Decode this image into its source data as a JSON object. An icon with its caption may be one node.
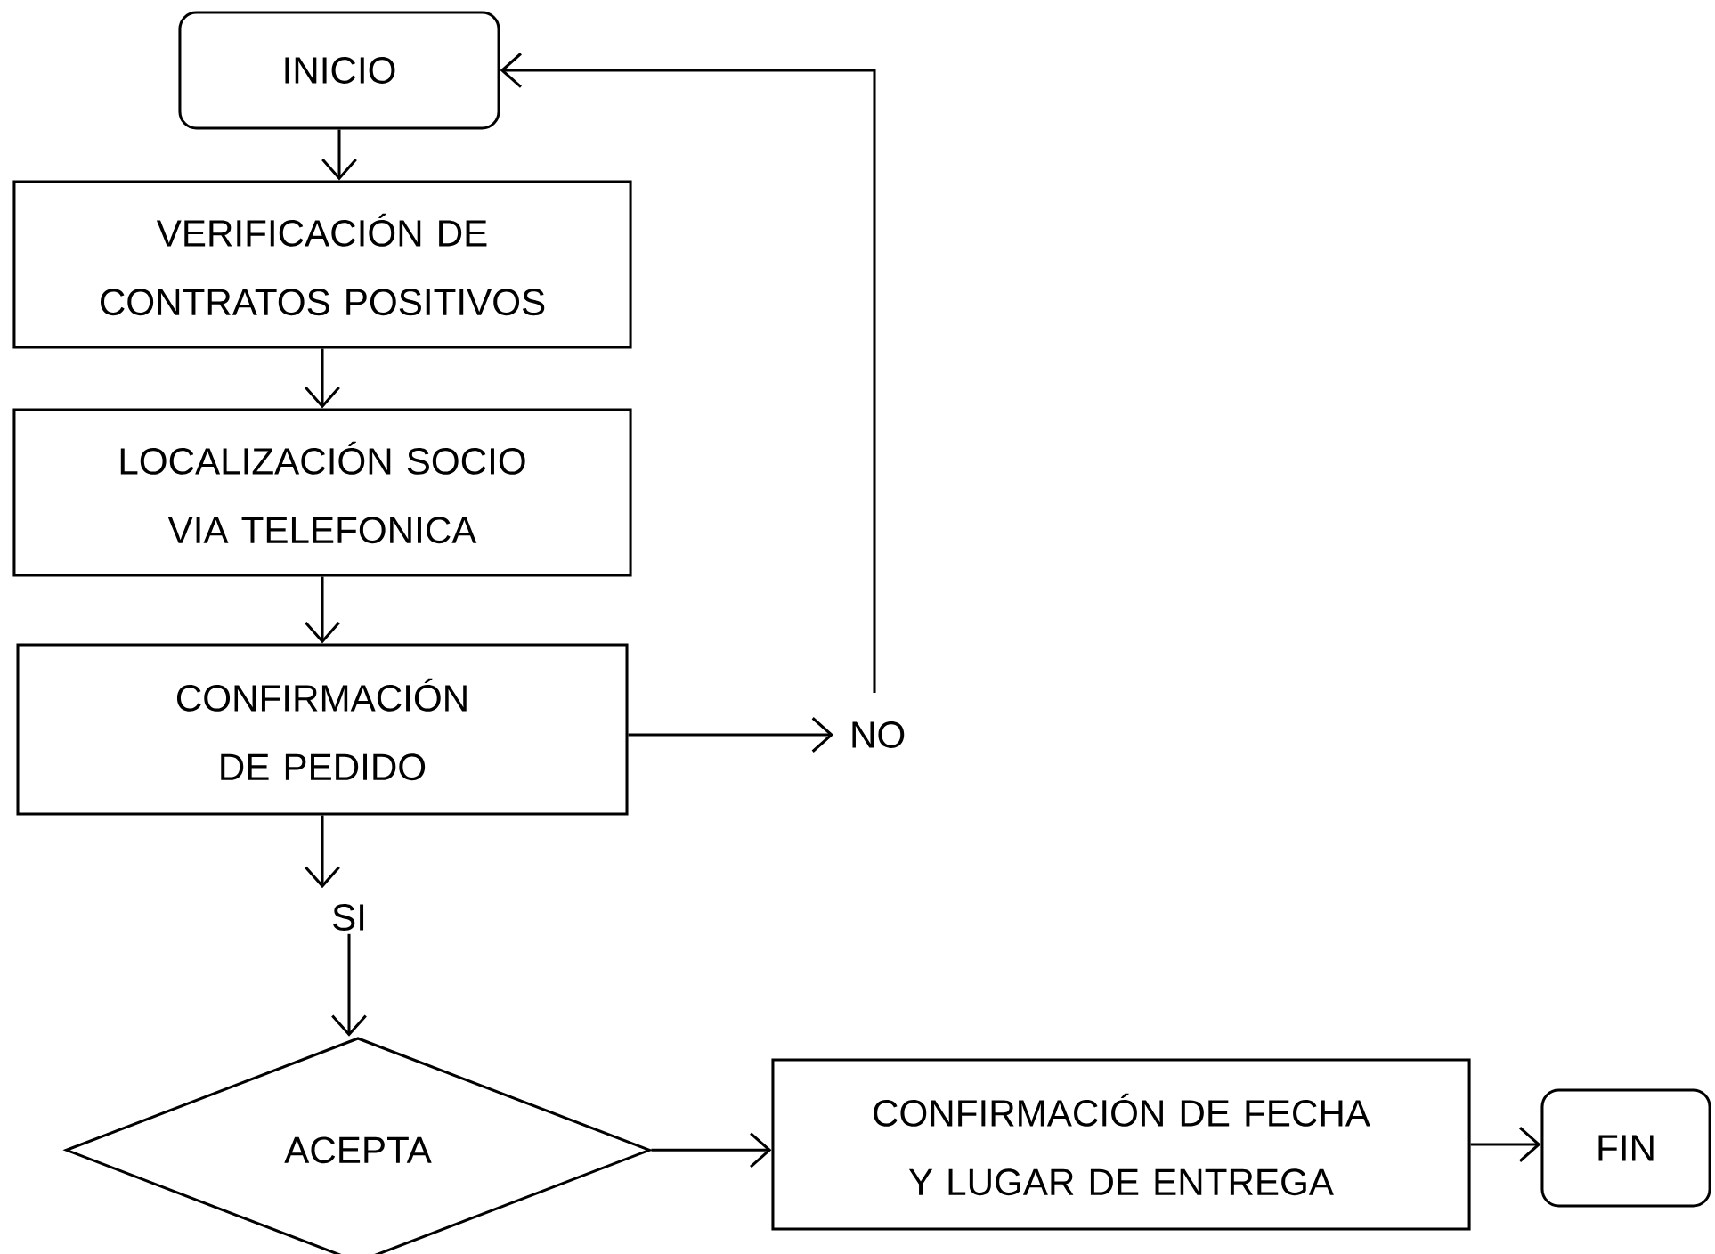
{
  "diagram": {
    "nodes": [
      {
        "text": [
          "INICIO"
        ]
      },
      {
        "text": [
          "VERIFICACIÓN DE CONTRATOS POSITIVOS"
        ]
      },
      {
        "text": [
          "LOCALIZACIÓN SOCIO VIA TELEFONICA"
        ]
      },
      {
        "text": [
          "CONFIRMACIÓN DE PEDIDO"
        ]
      },
      {
        "text": [
          "NO"
        ]
      },
      {
        "text": [
          "SI"
        ]
      },
      {
        "text": [
          "ACEPTA"
        ]
      },
      {
        "text": [
          "CONFIRMACIÓN DE FECHA Y LUGAR DE ENTREGA"
        ]
      },
      {
        "text": [
          "FIN"
        ]
      }
    ],
    "edges": [
      {
        "from": 0,
        "to": 1,
        "arrow": "to"
      },
      {
        "from": 1,
        "to": 2,
        "arrow": "to"
      },
      {
        "from": 2,
        "to": 3,
        "arrow": "to"
      },
      {
        "from": 3,
        "to": 4,
        "arrow": "to"
      },
      {
        "from": 4,
        "to": 0,
        "arrow": "to"
      },
      {
        "from": 3,
        "to": 5,
        "arrow": "to"
      },
      {
        "from": 5,
        "to": 6,
        "arrow": "to"
      },
      {
        "from": 6,
        "to": 7,
        "arrow": "to"
      },
      {
        "from": 7,
        "to": 8,
        "arrow": "to"
      }
    ]
  }
}
